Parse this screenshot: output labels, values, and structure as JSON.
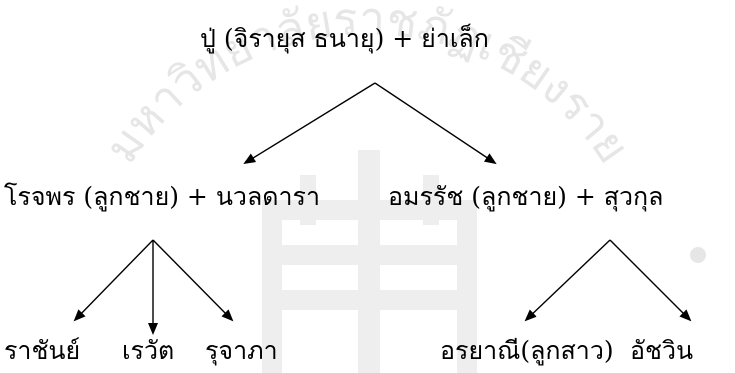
{
  "colors": {
    "text": "#000000",
    "watermark": "#d9d9d9",
    "background": "#ffffff"
  },
  "watermark": {
    "lettering": "มหาวิทยาลัยราชภัฏ",
    "type": "university-seal"
  },
  "tree": {
    "root": "ปู่ (จิรายุส ธนายุ)  +  ย่าเล็ก",
    "left_couple": "โรจพร (ลูกชาย)  +  นวลดารา",
    "right_couple": "อมรรัช (ลูกชาย)  +  สุวกุล",
    "children_left": [
      "ราชันย์",
      "เรวัต",
      "รุจาภา"
    ],
    "children_right": [
      "อรยาณี(ลูกสาว)",
      "อัชวิน"
    ]
  }
}
